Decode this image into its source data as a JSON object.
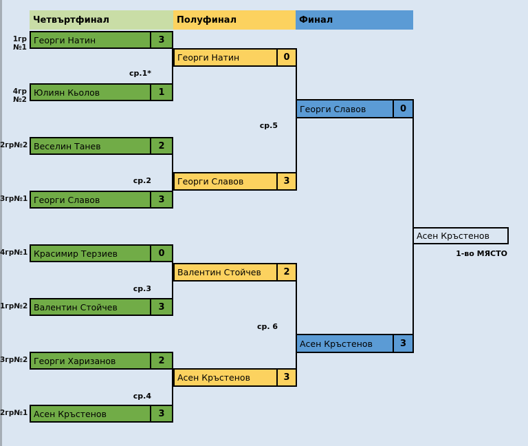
{
  "columns": {
    "quarterfinal": "Четвъртфинал",
    "semifinal": "Полуфинал",
    "final": "Финал"
  },
  "colors": {
    "background": "#dbe6f2",
    "quarterfinal_header": "#c9dda6",
    "player_box_green": "#71ac47",
    "semifinal_yellow": "#fcd25f",
    "final_blue": "#5b9bd5",
    "line": "#000000"
  },
  "chart_data": {
    "type": "table",
    "title": "Tournament bracket",
    "rounds": [
      "Четвъртфинал",
      "Полуфинал",
      "Финал"
    ],
    "quarterfinal_matches": [
      {
        "label": "ср.1*",
        "players": [
          "Георги Натин",
          "Юлиян Кьолов"
        ],
        "scores": [
          3,
          1
        ]
      },
      {
        "label": "ср.2",
        "players": [
          "Веселин Танев",
          "Георги Славов"
        ],
        "scores": [
          2,
          3
        ]
      },
      {
        "label": "ср.3",
        "players": [
          "Красимир Терзиев",
          "Валентин Стойчев"
        ],
        "scores": [
          0,
          3
        ]
      },
      {
        "label": "ср.4",
        "players": [
          "Георги Харизанов",
          "Асен Кръстенов"
        ],
        "scores": [
          2,
          3
        ]
      }
    ],
    "semifinal_matches": [
      {
        "label": "ср.5",
        "players": [
          "Георги Натин",
          "Георги Славов"
        ],
        "scores": [
          0,
          3
        ]
      },
      {
        "label": "ср. 6",
        "players": [
          "Валентин Стойчев",
          "Асен Кръстенов"
        ],
        "scores": [
          2,
          3
        ]
      }
    ],
    "final_match": {
      "players": [
        "Георги Славов",
        "Асен Кръстенов"
      ],
      "scores": [
        0,
        3
      ]
    },
    "champion": "Асен Кръстенов"
  },
  "quarterfinals": [
    {
      "seed": "1гр №1",
      "name": "Георги Натин",
      "score": "3"
    },
    {
      "seed": "4гр №2",
      "name": "Юлиян Кьолов",
      "score": "1"
    },
    {
      "seed": "2гр№2",
      "name": "Веселин Танев",
      "score": "2"
    },
    {
      "seed": "3гр№1",
      "name": "Георги Славов",
      "score": "3"
    },
    {
      "seed": "4гр№1",
      "name": "Красимир Терзиев",
      "score": "0"
    },
    {
      "seed": "1гр№2",
      "name": "Валентин Стойчев",
      "score": "3"
    },
    {
      "seed": "3гр№2",
      "name": "Георги Харизанов",
      "score": "2"
    },
    {
      "seed": "2гр№1",
      "name": "Асен Кръстенов",
      "score": "3"
    }
  ],
  "semifinals": [
    {
      "name": "Георги Натин",
      "score": "0"
    },
    {
      "name": "Георги Славов",
      "score": "3"
    },
    {
      "name": "Валентин Стойчев",
      "score": "2"
    },
    {
      "name": "Асен Кръстенов",
      "score": "3"
    }
  ],
  "final": [
    {
      "name": "Георги Славов",
      "score": "0"
    },
    {
      "name": "Асен Кръстенов",
      "score": "3"
    }
  ],
  "winner": {
    "name": "Асен Кръстенов",
    "place_label": "1-во МЯСТО"
  },
  "match_labels": {
    "m1": "ср.1*",
    "m2": "ср.2",
    "m3": "ср.3",
    "m4": "ср.4",
    "m5": "ср.5",
    "m6": "ср. 6"
  }
}
